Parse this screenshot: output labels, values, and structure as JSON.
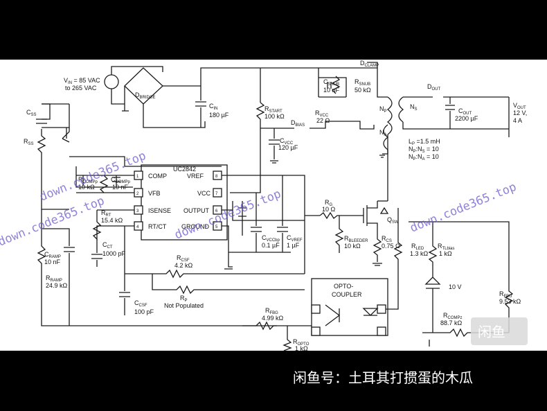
{
  "source_labels": [
    "V",
    "IN",
    " = 85 VAC",
    "to 265 VAC"
  ],
  "ic": {
    "name": "UC2842",
    "pins_left": [
      {
        "num": "1",
        "label": "COMP"
      },
      {
        "num": "2",
        "label": "VFB"
      },
      {
        "num": "3",
        "label": "ISENSE"
      },
      {
        "num": "4",
        "label": "RT/CT"
      }
    ],
    "pins_right": [
      {
        "num": "8",
        "label": "VREF"
      },
      {
        "num": "7",
        "label": "VCC"
      },
      {
        "num": "6",
        "label": "OUTPUT"
      },
      {
        "num": "5",
        "label": "GROUND"
      }
    ]
  },
  "components": {
    "dbridge": [
      "D",
      "BRIDGE"
    ],
    "cin": [
      "C",
      "IN",
      "180 µF"
    ],
    "css": [
      "C",
      "SS"
    ],
    "rss": [
      "R",
      "SS"
    ],
    "rcomp": [
      "R",
      "COMPp",
      "10 kΩ"
    ],
    "ccomp": [
      "C",
      "COMPp",
      "10 nF"
    ],
    "rrt": [
      "R",
      "RT",
      "15.4 kΩ"
    ],
    "cct": [
      "C",
      "CT",
      "1000 pF"
    ],
    "cramp": [
      "C",
      "RAMP",
      "10 nF"
    ],
    "rramp": [
      "R",
      "RAMP",
      "24.9 kΩ"
    ],
    "rcsf": [
      "R",
      "CSF",
      "4.2 kΩ"
    ],
    "rp": [
      "R",
      "P",
      "Not Populated"
    ],
    "ccsf": [
      "C",
      "CSF",
      "100 pF"
    ],
    "rfbg": [
      "R",
      "FBG",
      "4.99 kΩ"
    ],
    "ropto": [
      "R",
      "OPTO",
      "1 kΩ"
    ],
    "rstart": [
      "R",
      "START",
      "100 kΩ"
    ],
    "dbias": [
      "D",
      "BIAS"
    ],
    "rvcc": [
      "R",
      "VCC",
      "22 Ω"
    ],
    "cvcc": [
      "C",
      "VCC",
      "120 µF"
    ],
    "csnub": [
      "C",
      "SNUB",
      "10 nF"
    ],
    "rsnub": [
      "R",
      "SNUB",
      "50 kΩ"
    ],
    "dclamp": [
      "D",
      "CLAMP"
    ],
    "np": [
      "N",
      "P"
    ],
    "ns": [
      "N",
      "S"
    ],
    "na": [
      "N",
      "A"
    ],
    "lp": [
      "L",
      "P",
      " =1.5 mH"
    ],
    "npns": [
      "N",
      "P",
      ":N",
      "S",
      " = 10"
    ],
    "npna": [
      "N",
      "P",
      ":N",
      "A",
      " = 10"
    ],
    "dout": [
      "D",
      "OUT"
    ],
    "cout": [
      "C",
      "OUT",
      "2200 µF"
    ],
    "vout": [
      "V",
      "OUT",
      "12 V,",
      "4 A"
    ],
    "rg": [
      "R",
      "G",
      "10 Ω"
    ],
    "qsw": [
      "Q",
      "SW"
    ],
    "rbleeder": [
      "R",
      "BLEEDER",
      "10 kΩ"
    ],
    "rcs": [
      "R",
      "CS",
      "0.75 Ω"
    ],
    "cvccbp": [
      "C",
      "VCCbp",
      "0.1 µF"
    ],
    "cvref": [
      "C",
      "VREF",
      "1 µF"
    ],
    "rled": [
      "R",
      "LED",
      "1.3 kΩ"
    ],
    "rtlbias": [
      "R",
      "TLbias",
      "1 kΩ"
    ],
    "zener": "10 V",
    "rfbu": [
      "R",
      "FBU",
      "9.53 kΩ"
    ],
    "rcomp2": [
      "R",
      "COMPz",
      "88.7 kΩ"
    ],
    "opto": [
      "OPTO-",
      "COUPLER"
    ]
  },
  "watermarks": [
    "down.code365.top",
    "down.code365.top",
    "down.code365.top",
    "down.code365.top"
  ],
  "footer": "闲鱼号：土耳其打掼蛋的木瓜",
  "corner_logo": "闲鱼"
}
